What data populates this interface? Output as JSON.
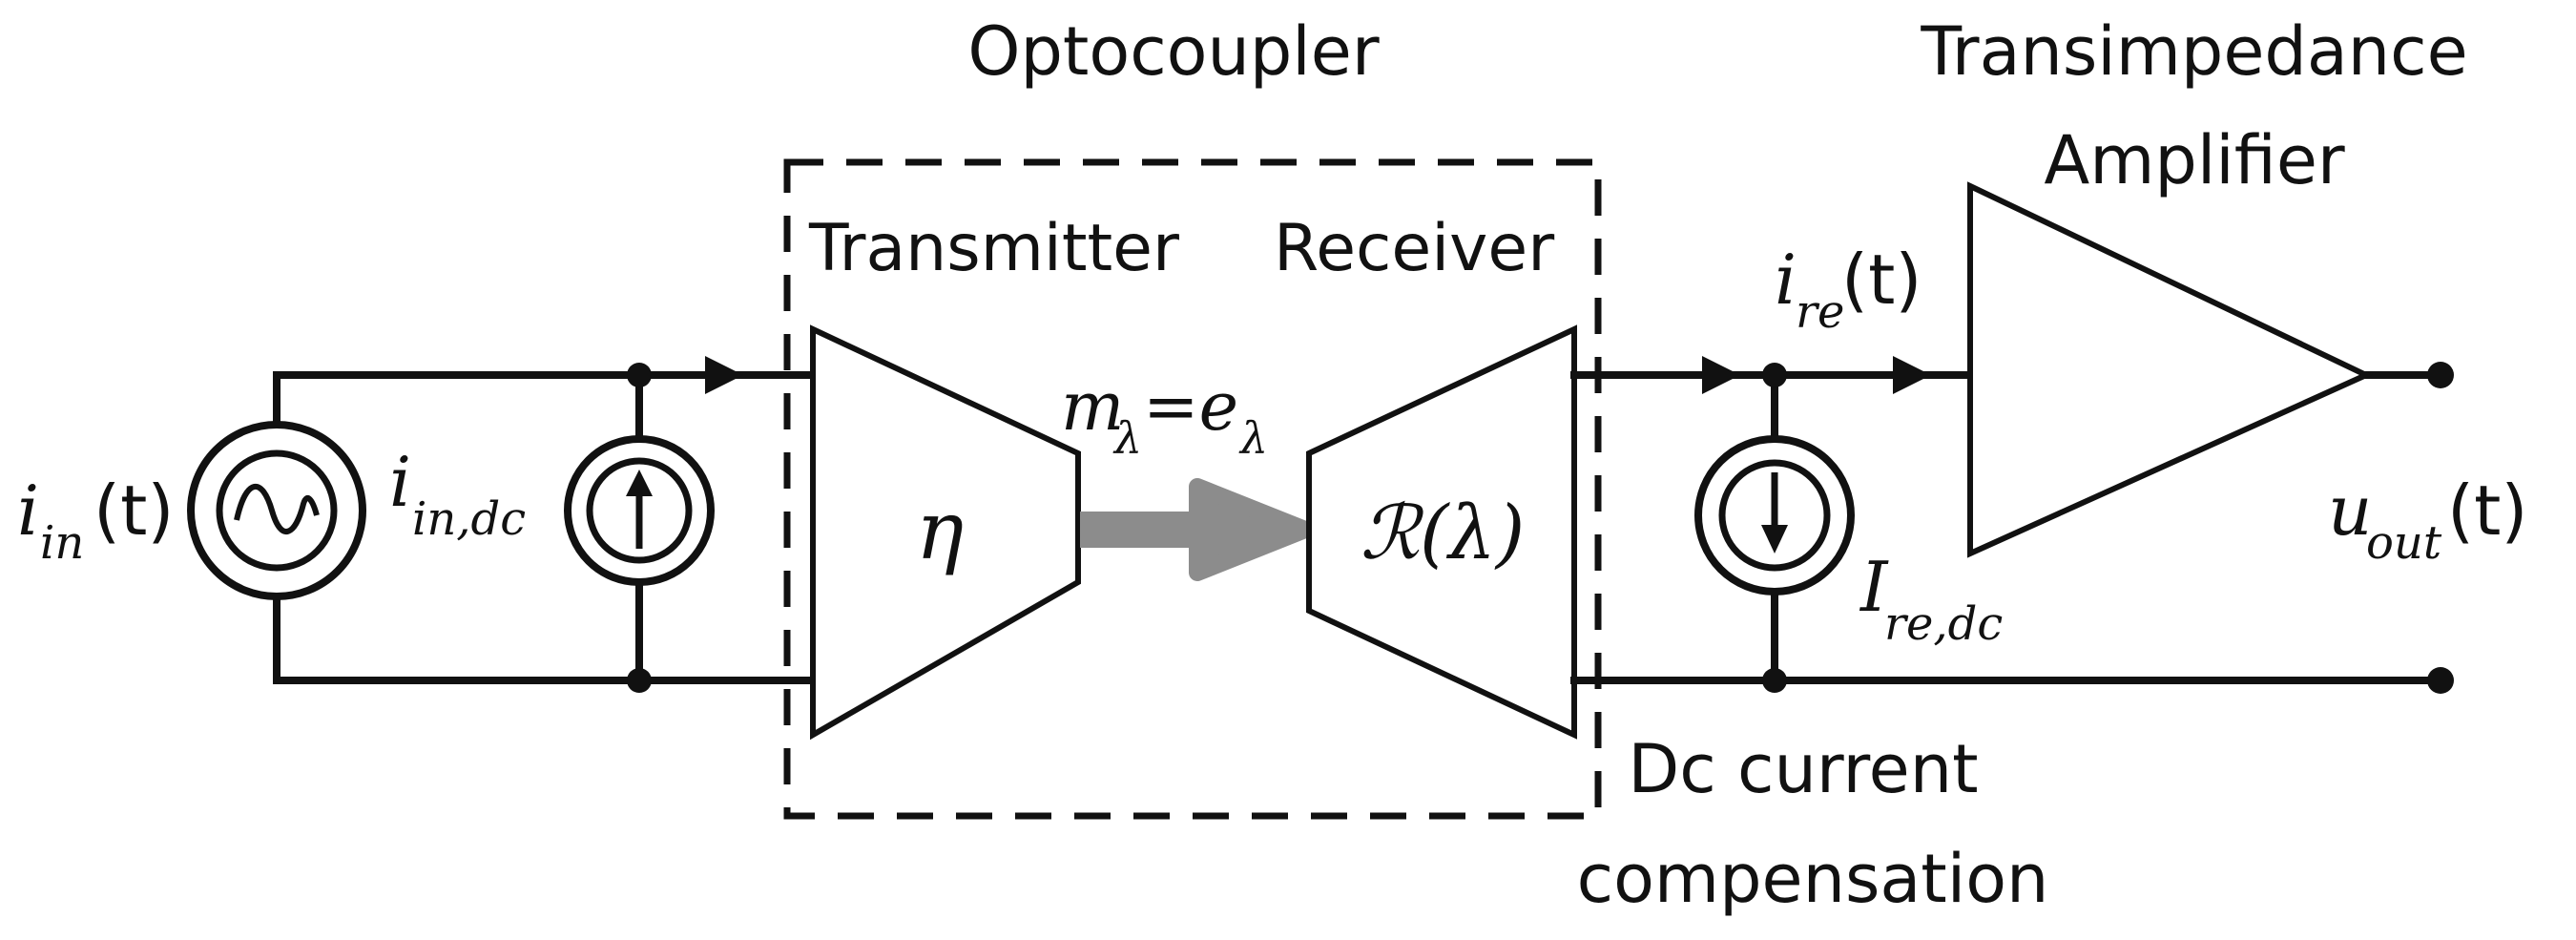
{
  "labels": {
    "optocoupler": "Optocoupler",
    "transmitter": "Transmitter",
    "receiver": "Receiver",
    "tia_line1": "Transimpedance",
    "tia_line2": "Amplifier",
    "dc_comp_line1": "Dc current",
    "dc_comp_line2": "compensation",
    "eta": "η",
    "responsivity": "ℛ(λ)"
  },
  "signals": {
    "i_in": {
      "base": "i",
      "sub": "in",
      "suffix": "(t)"
    },
    "i_in_dc": {
      "base": "i",
      "sub": "in,dc",
      "suffix": ""
    },
    "m_lambda": {
      "base": "m",
      "sub": "λ",
      "mid": "=e",
      "sub2": "λ"
    },
    "i_re": {
      "base": "i",
      "sub": "re",
      "suffix": "(t)"
    },
    "I_re_dc": {
      "base": "I",
      "sub": "re,dc",
      "suffix": ""
    },
    "u_out": {
      "base": "u",
      "sub": "out",
      "suffix": "(t)"
    }
  },
  "colors": {
    "line": "#111111",
    "optical_arrow": "#8c8c8c"
  }
}
